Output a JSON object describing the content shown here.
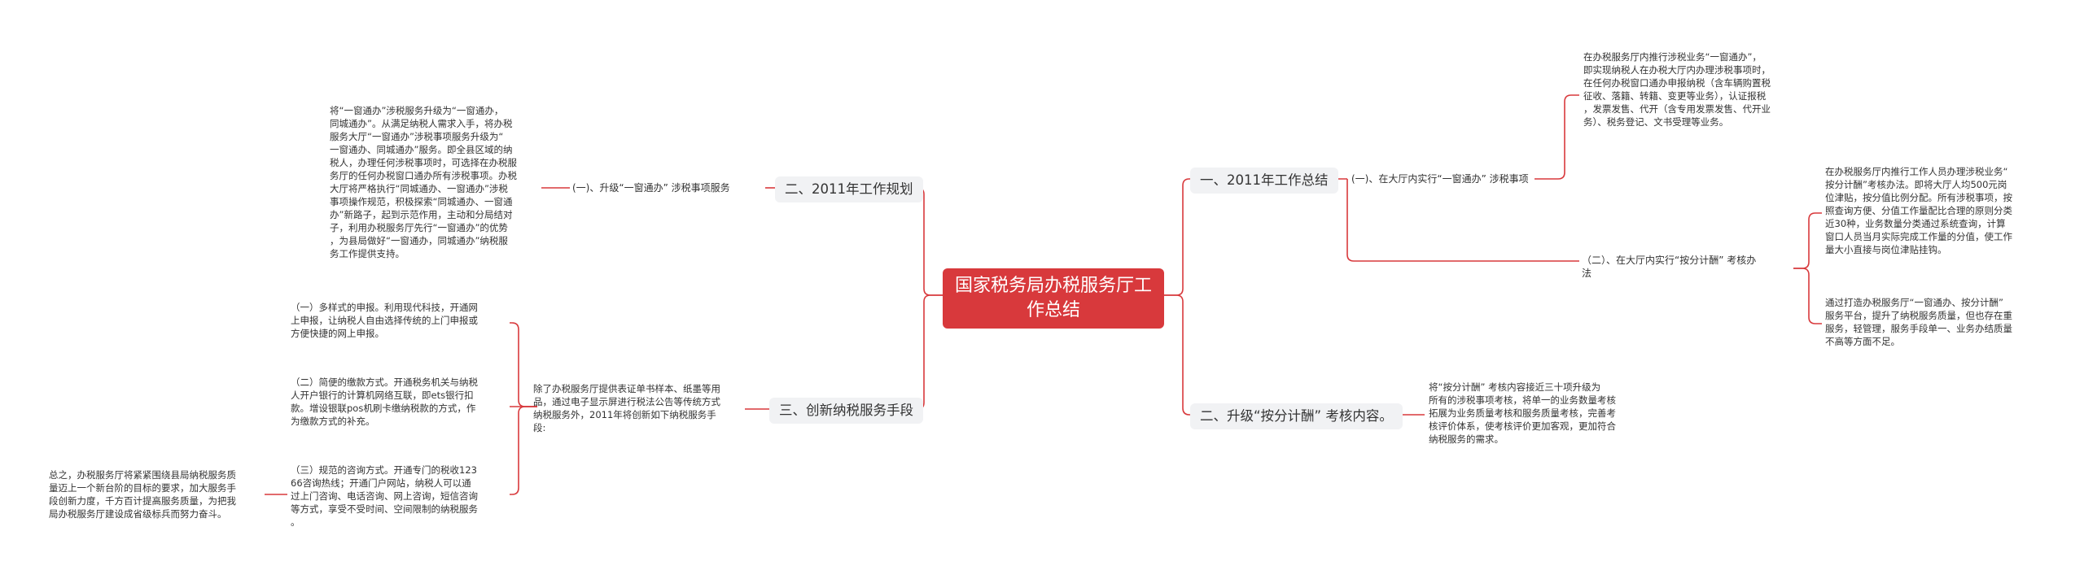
{
  "root": {
    "title": "国家税务局办税服务厅工作总结"
  },
  "branches": {
    "b1": {
      "title": "一、2011年工作总结"
    },
    "b2": {
      "title": "二、升级“按分计酬” 考核内容。"
    },
    "b3": {
      "title": "二、2011年工作规划"
    },
    "b4": {
      "title": "三、创新纳税服务手段"
    }
  },
  "subs": {
    "b1_s1": "(一)、在大厅内实行“一窗通办” 涉税事项",
    "b1_s2": "（二）、在大厅内实行“按分计酬” 考核办\n法",
    "b3_s1": "(一)、升级“一窗通办” 涉税事项服务"
  },
  "paras": {
    "b1_s1_p1": "在办税服务厅内推行涉税业务“一窗通办”，\n即实现纳税人在办税大厅内办理涉税事项时，\n在任何办税窗口通办申报纳税（含车辆购置税\n征收、落籍、转籍、变更等业务），认证报税\n，发票发售、代开（含专用发票发售、代开业\n务）、税务登记、文书受理等业务。",
    "b1_s2_p1": "在办税服务厅内推行工作人员办理涉税业务“\n按分计酬”考核办法。即将大厅人均500元岗\n位津贴，按分值比例分配。所有涉税事项，按\n照查询方便、分值工作量配比合理的原则分类\n近30种，业务数量分类通过系统查询，计算\n窗口人员当月实际完成工作量的分值，使工作\n量大小直接与岗位津贴挂钩。",
    "b1_s2_p2": "通过打造办税服务厅“一窗通办、按分计酬”\n服务平台，提升了纳税服务质量，但也存在重\n服务，轻管理，服务手段单一、业务办结质量\n不高等方面不足。",
    "b2_p1": "将“按分计酬” 考核内容接近三十项升级为\n所有的涉税事项考核，将单一的业务数量考核\n拓展为业务质量考核和服务质量考核，完善考\n核评价体系，使考核评价更加客观，更加符合\n纳税服务的需求。",
    "b3_s1_p1": "将“一窗通办”涉税服务升级为“一窗通办，\n同城通办”。从满足纳税人需求入手，将办税\n服务大厅“一窗通办”涉税事项服务升级为“\n一窗通办、同城通办”服务。即全县区域的纳\n税人，办理任何涉税事项时，可选择在办税服\n务厅的任何办税窗口通办所有涉税事项。办税\n大厅将严格执行“同城通办、一窗通办”涉税\n事项操作规范，积极探索“同城通办、一窗通\n办”新路子，起到示范作用，主动和分局结对\n子，利用办税服务厅先行“一窗通办”的优势\n，为县局做好“一窗通办，同城通办”纳税服\n务工作提供支持。",
    "b4_p1": "除了办税服务厅提供表证单书样本、纸墨等用\n品，通过电子显示屏进行税法公告等传统方式\n纳税服务外，2011年将创新如下纳税服务手\n段:",
    "b4_c1": "（一）多样式的申报。利用现代科技，开通网\n上申报，让纳税人自由选择传统的上门申报或\n方便快捷的网上申报。",
    "b4_c2": "（二）简便的缴款方式。开通税务机关与纳税\n人开户银行的计算机网络互联，即ets银行扣\n款。增设银联pos机刷卡缴纳税款的方式，作\n为缴款方式的补充。",
    "b4_c3": "（三）规范的咨询方式。开通专门的税收123\n66咨询热线；开通门户网站，纳税人可以通\n过上门咨询、电话咨询、网上咨询，短信咨询\n等方式，享受不受时间、空间限制的纳税服务\n。",
    "b4_c3_p1": "总之，办税服务厅将紧紧围绕县局纳税服务质\n量迈上一个新台阶的目标的要求，加大服务手\n段创新力度，千方百计提高服务质量，为把我\n局办税服务厅建设成省级标兵而努力奋斗。"
  },
  "colors": {
    "root": "#d8393c",
    "line": "#d8393c",
    "branch_bg": "#f1f2f4",
    "text": "#333333"
  }
}
